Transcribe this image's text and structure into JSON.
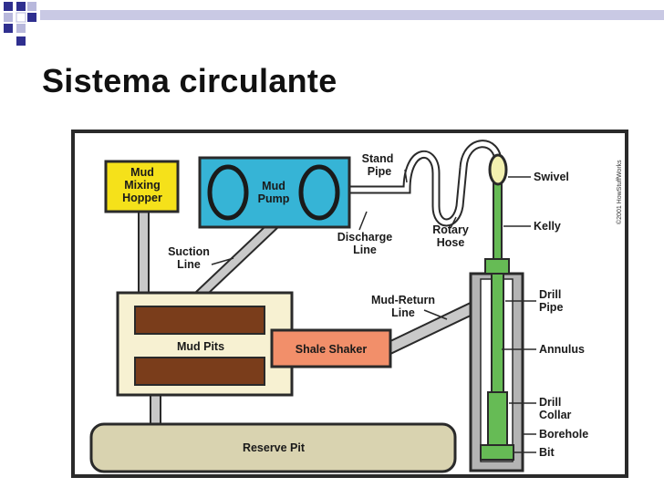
{
  "slide": {
    "title": "Sistema circulante",
    "accent": "#2f2f8f",
    "band_color": "#c9c9e4"
  },
  "diagram": {
    "credit": "©2001 HowStuffWorks",
    "colors": {
      "frame": "#2a2a2a",
      "hopper": "#f5e11a",
      "pump": "#36b4d6",
      "pits": "#f7f1d2",
      "pit_bins": "#7a3d1b",
      "shaker": "#f28f6a",
      "reserve_pit": "#d9d3b0",
      "pipe": "#c9c9c9",
      "drill_string": "#66bb55"
    },
    "components": {
      "hopper_line1": "Mud",
      "hopper_line2": "Mixing",
      "hopper_line3": "Hopper",
      "pump_line1": "Mud",
      "pump_line2": "Pump",
      "pits": "Mud Pits",
      "shaker": "Shale Shaker",
      "reserve": "Reserve Pit"
    },
    "labels": {
      "stand_pipe_1": "Stand",
      "stand_pipe_2": "Pipe",
      "discharge_1": "Discharge",
      "discharge_2": "Line",
      "suction_1": "Suction",
      "suction_2": "Line",
      "rotary_1": "Rotary",
      "rotary_2": "Hose",
      "mud_return_1": "Mud-Return",
      "mud_return_2": "Line",
      "swivel": "Swivel",
      "kelly": "Kelly",
      "drill_pipe_1": "Drill",
      "drill_pipe_2": "Pipe",
      "annulus": "Annulus",
      "drill_collar_1": "Drill",
      "drill_collar_2": "Collar",
      "borehole": "Borehole",
      "bit": "Bit"
    }
  }
}
